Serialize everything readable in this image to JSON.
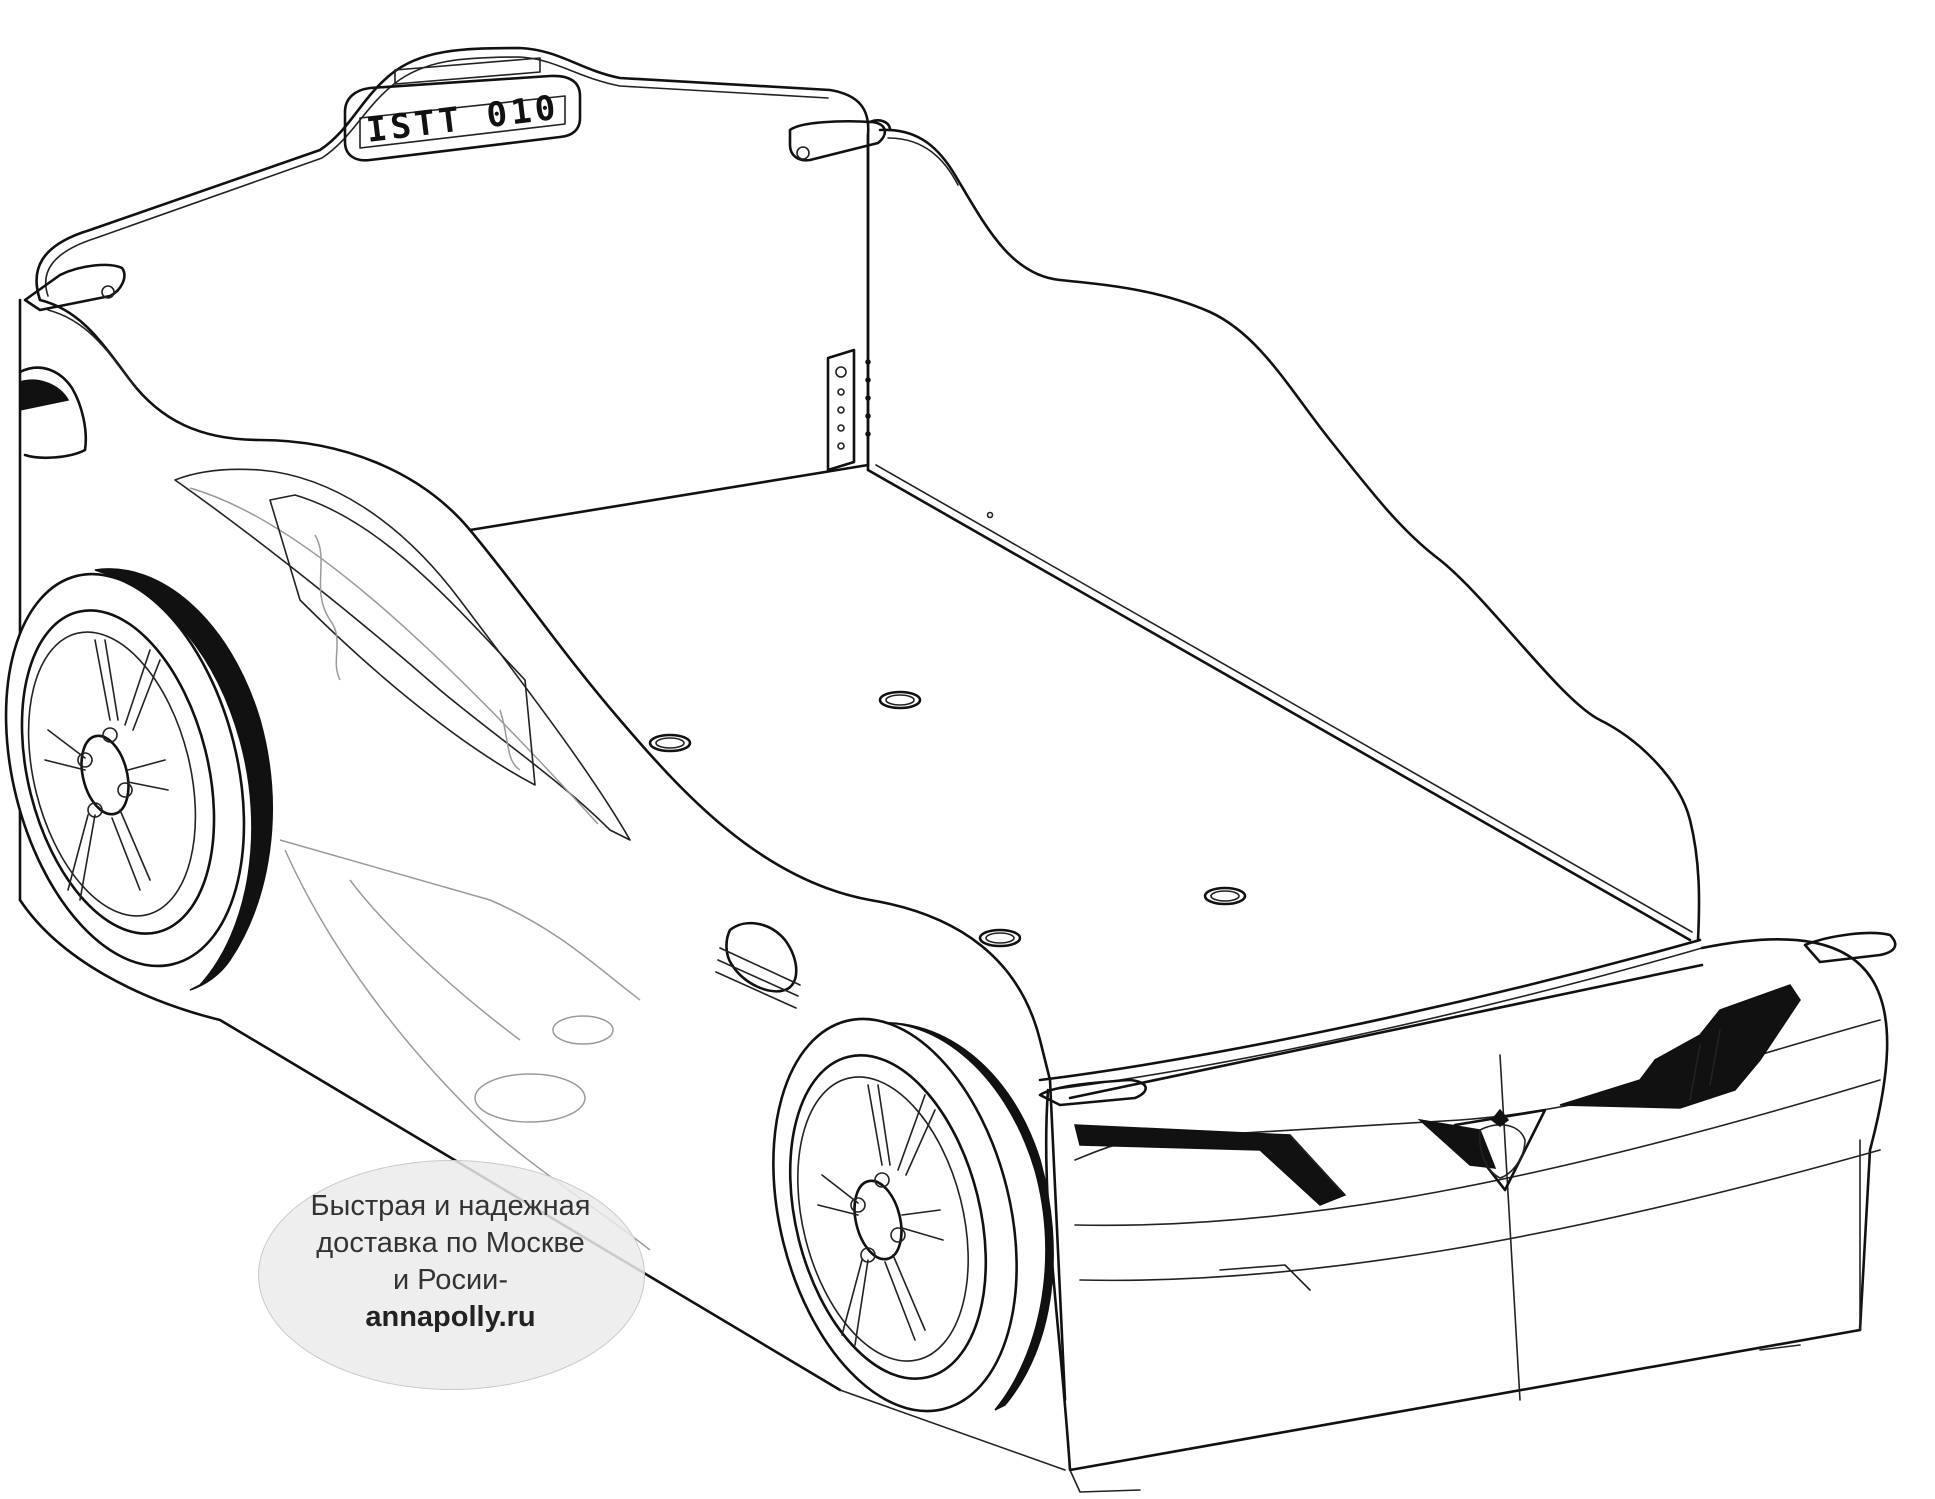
{
  "plate": {
    "text": "ISTT 010"
  },
  "watermark": {
    "line1": "Быстрая и надежная",
    "line2": "доставка по Москве",
    "line3": "и Росии-",
    "site": "annapolly.ru"
  }
}
